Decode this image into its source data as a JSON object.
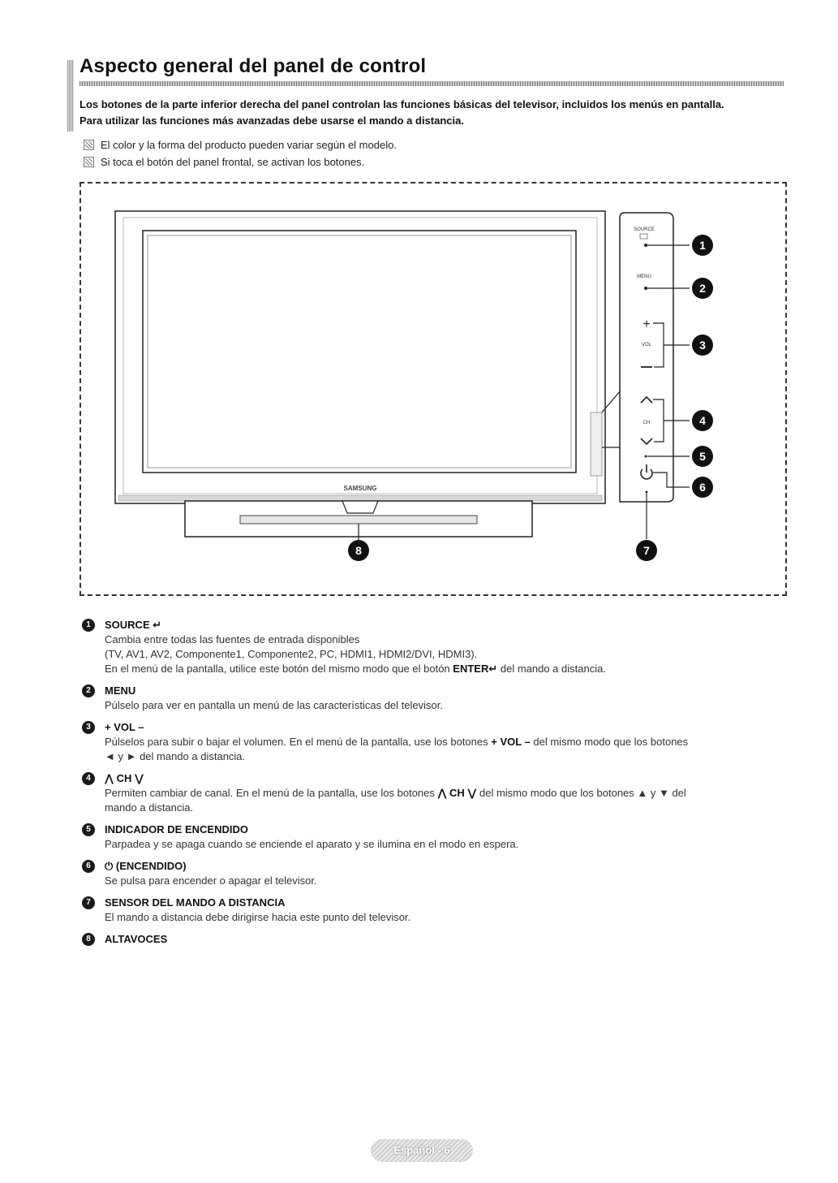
{
  "header": {
    "title": "Aspecto general del panel de control",
    "intro_line1": "Los botones de la parte inferior derecha del panel controlan las funciones básicas del televisor, incluidos los menús en pantalla.",
    "intro_line2": "Para utilizar las funciones más avanzadas debe usarse el mando a distancia."
  },
  "notes": [
    "El color y la forma del producto pueden variar según el modelo.",
    "Si toca el botón del panel frontal, se activan los botones."
  ],
  "diagram": {
    "brand": "SAMSUNG",
    "panel_labels": {
      "source": "SOURCE",
      "menu": "MENU",
      "vol": "VOL",
      "ch": "CH"
    },
    "callouts": [
      "1",
      "2",
      "3",
      "4",
      "5",
      "6",
      "7",
      "8"
    ]
  },
  "items": [
    {
      "num": "1",
      "title": "SOURCE",
      "desc_line1": "Cambia entre todas las fuentes de entrada disponibles",
      "desc_line2": "(TV, AV1, AV2, Componente1, Componente2, PC, HDMI1, HDMI2/DVI, HDMI3).",
      "desc_line3a": "En el menú de la pantalla, utilice este botón del mismo modo que el botón ",
      "desc_line3b": "ENTER",
      "desc_line3c": " del mando a distancia."
    },
    {
      "num": "2",
      "title": "MENU",
      "desc_line1": "Púlselo para ver en pantalla un menú de las características del televisor."
    },
    {
      "num": "3",
      "title": "+ VOL –",
      "desc_line1a": "Púlselos para subir o bajar el volumen. En el menú de la pantalla, use los botones ",
      "desc_line1b": "+ VOL –",
      "desc_line1c": " del mismo modo que los botones",
      "desc_line2": "◄ y ► del mando a distancia."
    },
    {
      "num": "4",
      "title": "⋀ CH ⋁",
      "desc_line1a": "Permiten cambiar de canal. En el menú de la pantalla, use los botones ",
      "desc_line1b": "⋀ CH ⋁",
      "desc_line1c": " del mismo modo que los botones ▲ y ▼ del",
      "desc_line2": "mando a distancia."
    },
    {
      "num": "5",
      "title": "INDICADOR DE ENCENDIDO",
      "desc_line1": "Parpadea y se apaga cuando se enciende el aparato y se ilumina en el modo en espera."
    },
    {
      "num": "6",
      "title": "⏻ (ENCENDIDO)",
      "desc_line1": "Se pulsa para encender o apagar el televisor."
    },
    {
      "num": "7",
      "title": "SENSOR DEL MANDO A DISTANCIA",
      "desc_line1": "El mando a distancia debe dirigirse hacia este punto del televisor."
    },
    {
      "num": "8",
      "title": "ALTAVOCES"
    }
  ],
  "footer": {
    "page_label": "Español - 6"
  }
}
